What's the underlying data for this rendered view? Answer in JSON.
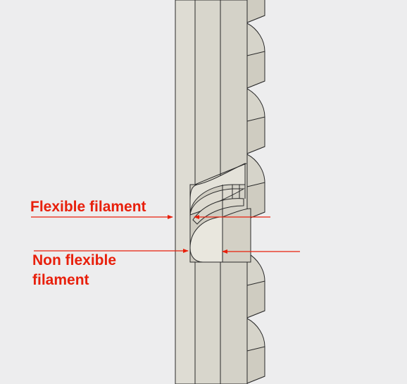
{
  "labels": {
    "flexible": "Flexible filament",
    "non_flexible_line1": "Non flexible",
    "non_flexible_line2": "filament"
  },
  "colors": {
    "background": "#ededee",
    "part_fill": "#dcdad0",
    "part_fill_light": "#e7e5dc",
    "part_fill_shadow": "#c9c6ba",
    "edge": "#2a2a2a",
    "annotation": "#e8200c"
  }
}
